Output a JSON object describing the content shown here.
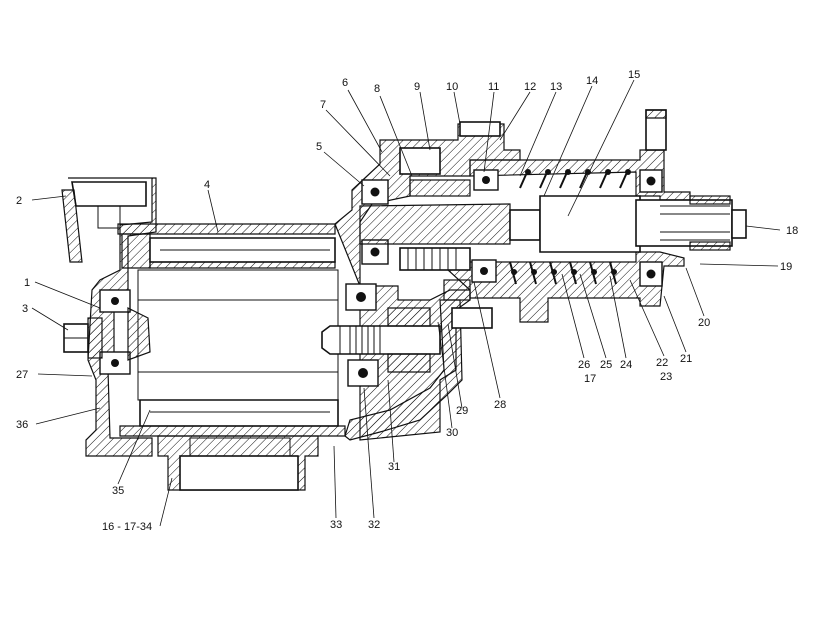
{
  "labels": {
    "l1": "1",
    "l2": "2",
    "l3": "3",
    "l4": "4",
    "l5": "5",
    "l6": "6",
    "l7": "7",
    "l8": "8",
    "l9": "9",
    "l10": "10",
    "l11": "11",
    "l12": "12",
    "l13": "13",
    "l14": "14",
    "l15": "15",
    "l16_17_34": "16 - 17-34",
    "l17": "17",
    "l18": "18",
    "l19": "19",
    "l20": "20",
    "l21": "21",
    "l22": "22",
    "l23": "23",
    "l24": "24",
    "l25": "25",
    "l26": "26",
    "l27": "27",
    "l28": "28",
    "l29": "29",
    "l30": "30",
    "l31": "31",
    "l32": "32",
    "l33": "33",
    "l35": "35",
    "l36": "36"
  }
}
